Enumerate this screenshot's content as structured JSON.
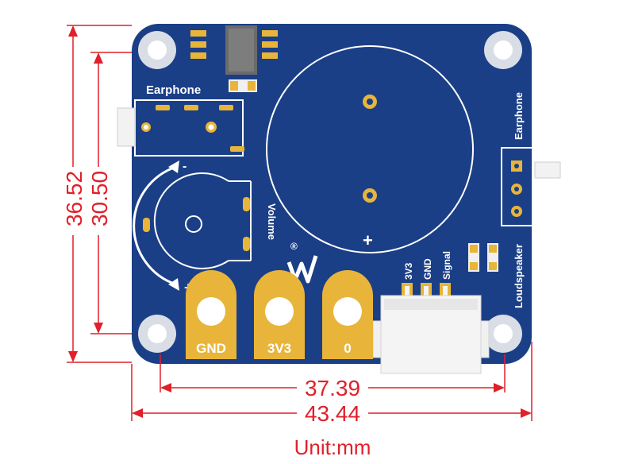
{
  "board": {
    "earphone_label_top": "Earphone",
    "earphone_label_side": "Earphone",
    "loudspeaker_label": "Loudspeaker",
    "volume_label": "Volume",
    "minus_symbol": "-",
    "plus_symbol": "+",
    "speaker_plus": "+",
    "registered_mark": "®",
    "connector_pins": [
      "3V3",
      "GND",
      "Signal"
    ],
    "pads": [
      "GND",
      "3V3",
      "0"
    ]
  },
  "dimensions": {
    "outer_height": "36.52",
    "inner_height": "30.50",
    "inner_width": "37.39",
    "outer_width": "43.44",
    "unit": "Unit:mm"
  },
  "colors": {
    "pcb": "#1b3f86",
    "pad_gold": "#e8b53a",
    "dimension_red": "#e0202a"
  }
}
